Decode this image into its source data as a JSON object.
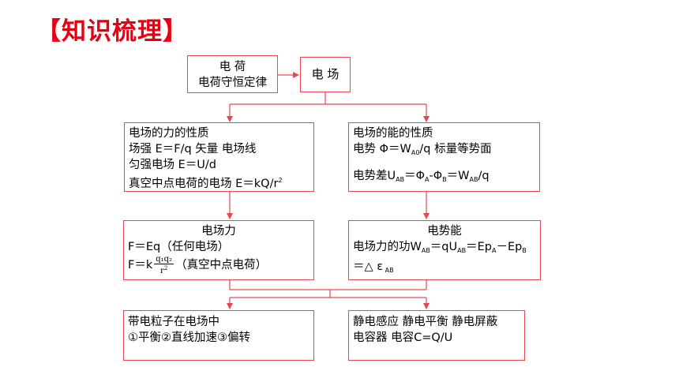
{
  "title": "【知识梳理】",
  "charge_box": {
    "line1": "电  荷",
    "line2": "电荷守恒定律"
  },
  "field_box": {
    "label": "电  场"
  },
  "force_props": {
    "heading": "电场的力的性质",
    "line2": "场强 E＝F/q  矢量  电场线",
    "line3": "匀强电场 E＝U/d",
    "line4_pre": "真空中点电荷的电场 E＝kQ/r",
    "line4_sup": "2"
  },
  "energy_props": {
    "heading": "电场的能的性质",
    "l2_a": "电势 Φ＝W",
    "l2_sub": "A0",
    "l2_b": "/q 标量等势面",
    "l3_a": "电势差U",
    "l3_sub1": "AB",
    "l3_b": "＝Φ",
    "l3_sub2": "A",
    "l3_c": "-Φ",
    "l3_sub3": "B",
    "l3_d": "＝W",
    "l3_sub4": "AB",
    "l3_e": "/q"
  },
  "electric_force": {
    "heading": "电场力",
    "line2": "F＝Eq（任何电场）",
    "l3_pre": "F＝k",
    "frac_num": "q₁q₂",
    "frac_den_base": "r",
    "frac_den_sup": "2",
    "l3_post": "（真空中点电荷）"
  },
  "potential_energy": {
    "heading": "电势能",
    "l2_a": "电场力的功W",
    "l2_sub1": "AB",
    "l2_b": "＝qU",
    "l2_sub2": "AB",
    "l2_c": "＝Ep",
    "l2_sub3": "A",
    "l2_d": "－Ep",
    "l2_sub4": "B",
    "l3_a": "＝△ ε",
    "l3_sub": " AB"
  },
  "particle_box": {
    "line1": "带电粒子在电场中",
    "line2": "①平衡②直线加速③偏转"
  },
  "induction_box": {
    "line1": "静电感应 静电平衡 静电屏蔽",
    "line2": "电容器  电容C=Q/U"
  },
  "colors": {
    "title": "#e60012",
    "border": "#e8474f",
    "arrow": "#e8474f"
  }
}
